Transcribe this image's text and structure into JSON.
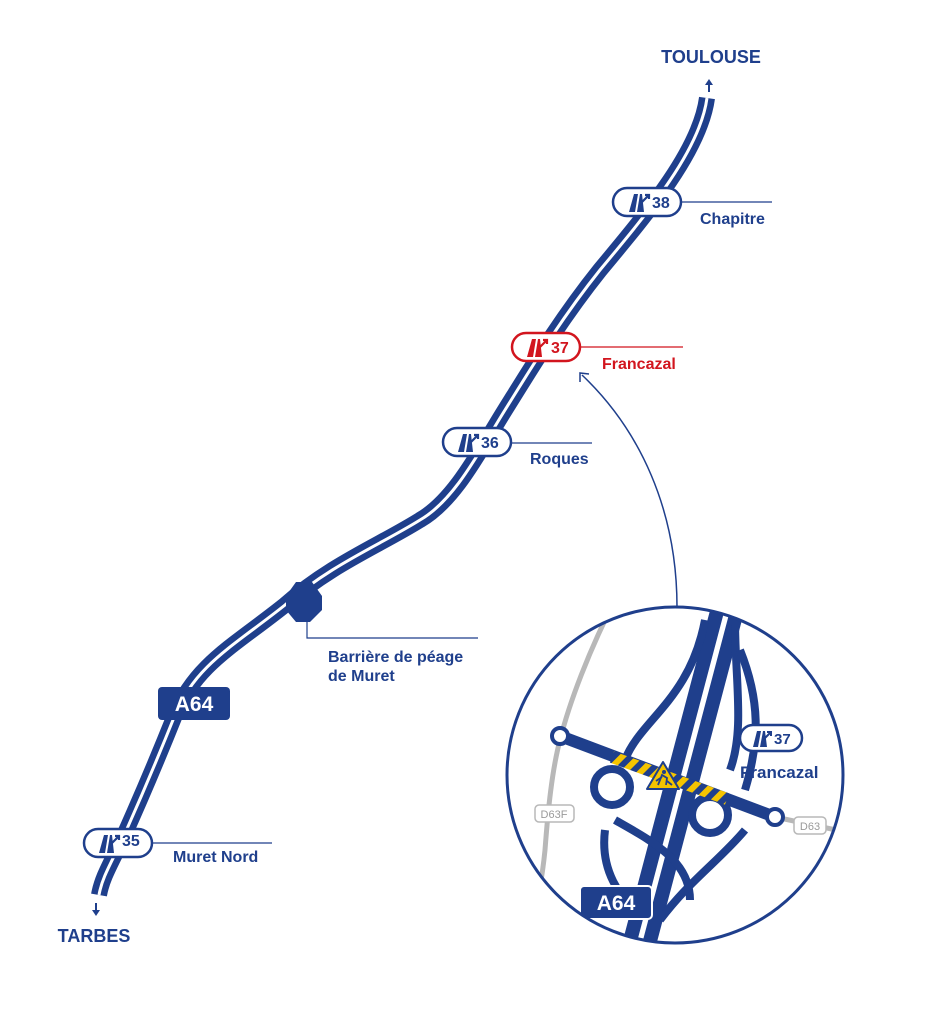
{
  "colors": {
    "road_blue": "#1f3f8c",
    "highlight_red": "#d2151e",
    "secondary_gray": "#b8b8b8",
    "works_yellow": "#f5c400",
    "white": "#ffffff"
  },
  "destinations": {
    "north": "TOULOUSE",
    "south": "TARBES"
  },
  "motorway": {
    "name": "A64"
  },
  "exits": [
    {
      "number": "38",
      "name": "Chapitre",
      "highlighted": false
    },
    {
      "number": "37",
      "name": "Francazal",
      "highlighted": true
    },
    {
      "number": "36",
      "name": "Roques",
      "highlighted": false
    },
    {
      "number": "35",
      "name": "Muret Nord",
      "highlighted": false
    }
  ],
  "toll": {
    "line1": "Barrière de péage",
    "line2": "de Muret"
  },
  "inset": {
    "exit_number": "37",
    "exit_name": "Francazal",
    "motorway": "A64",
    "road_left": "D63F",
    "road_right": "D63",
    "works_icon": "roadworks-icon",
    "exit_icon": "motorway-exit-icon"
  }
}
